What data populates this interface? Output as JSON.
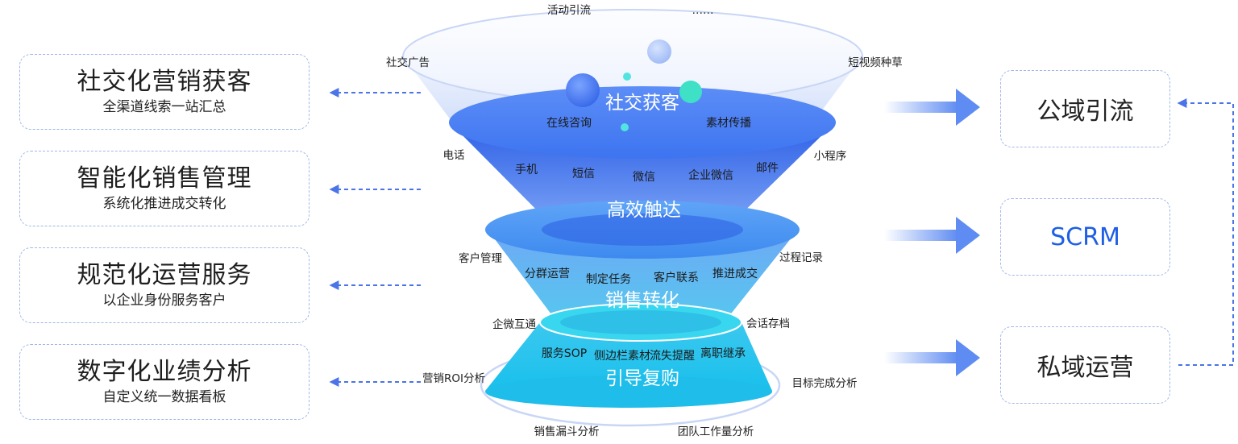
{
  "left_panels": [
    {
      "title": "社交化营销获客",
      "subtitle": "全渠道线索一站汇总"
    },
    {
      "title": "智能化销售管理",
      "subtitle": "系统化推进成交转化"
    },
    {
      "title": "规范化运营服务",
      "subtitle": "以企业身份服务客户"
    },
    {
      "title": "数字化业绩分析",
      "subtitle": "自定义统一数据看板"
    }
  ],
  "right_panels": [
    {
      "label": "公域引流"
    },
    {
      "label": "SCRM"
    },
    {
      "label": "私域运营"
    }
  ],
  "funnel": {
    "top_ring": {
      "labels": [
        "活动引流",
        "……",
        "社交广告",
        "短视频种草"
      ]
    },
    "stage1": {
      "name": "社交获客",
      "labels": [
        "在线咨询",
        "素材传播"
      ]
    },
    "stage2": {
      "name": "高效触达",
      "labels": [
        "电话",
        "手机",
        "短信",
        "微信",
        "企业微信",
        "邮件",
        "小程序"
      ]
    },
    "stage3": {
      "name": "销售转化",
      "labels": [
        "客户管理",
        "分群运营",
        "制定任务",
        "客户联系",
        "推进成交",
        "过程记录"
      ]
    },
    "stage4": {
      "name": "引导复购",
      "labels": [
        "企微互通",
        "会话存档",
        "服务SOP",
        "侧边栏素材",
        "流失提醒",
        "离职继承"
      ]
    },
    "bottom_ring": {
      "labels": [
        "营销ROI分析",
        "目标完成分析",
        "销售漏斗分析",
        "团队工作量分析"
      ]
    }
  },
  "colors": {
    "primary_blue": "#1e5fe6",
    "cyan": "#2fd3ec",
    "dashed_border": "#9fb7e8"
  }
}
